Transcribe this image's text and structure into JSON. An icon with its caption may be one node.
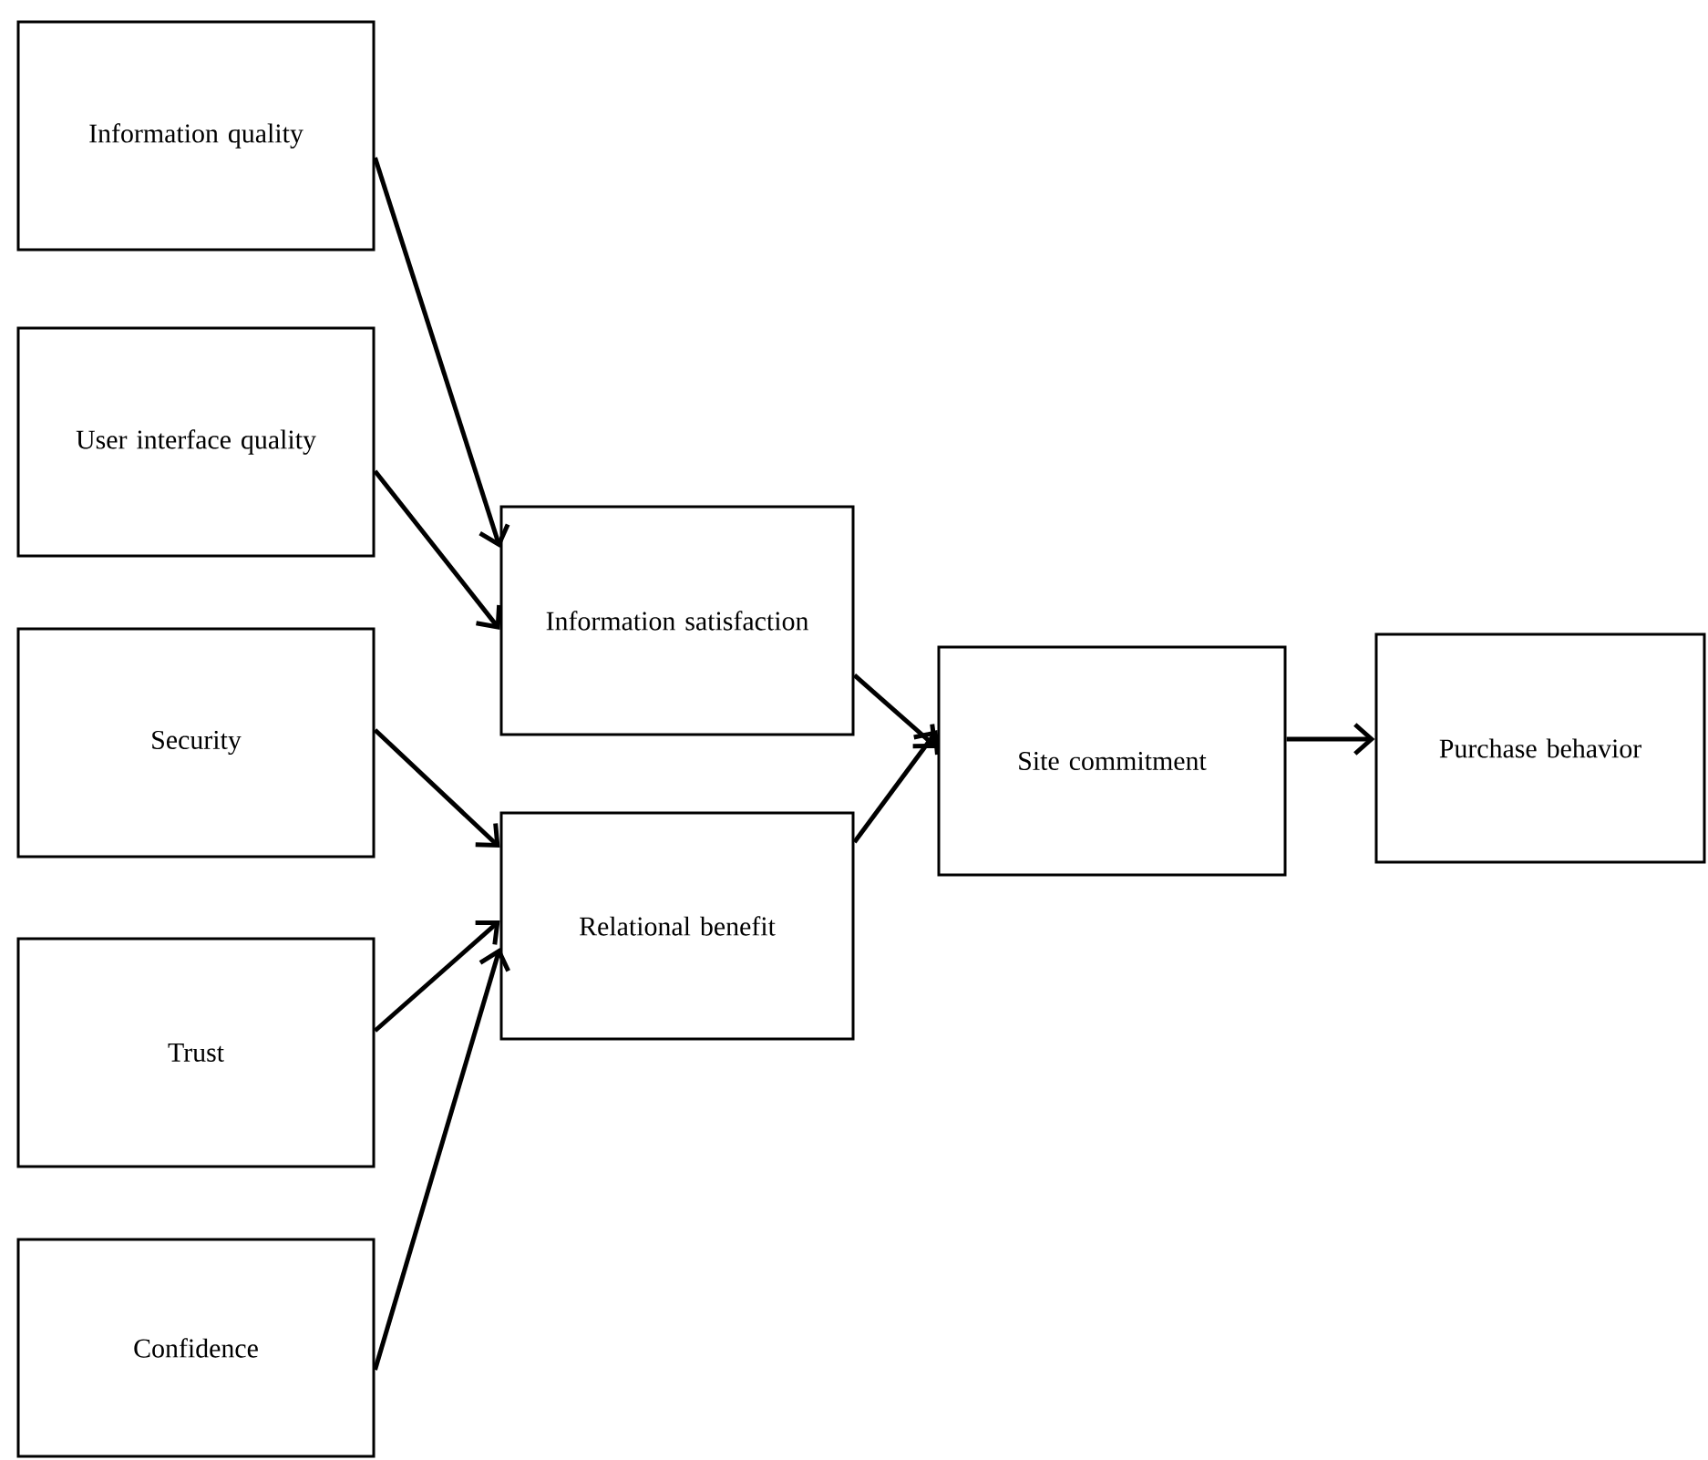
{
  "diagram": {
    "nodes": [
      {
        "text": [
          "Information quality"
        ]
      },
      {
        "text": [
          "User interface quality"
        ]
      },
      {
        "text": [
          "Security"
        ]
      },
      {
        "text": [
          "Trust"
        ]
      },
      {
        "text": [
          "Confidence"
        ]
      },
      {
        "text": [
          "Information satisfaction"
        ]
      },
      {
        "text": [
          "Relational benefit"
        ]
      },
      {
        "text": [
          "Site commitment"
        ]
      },
      {
        "text": [
          "Purchase behavior"
        ]
      }
    ],
    "edges": [
      {
        "from": 0,
        "to": 5,
        "arrow": "to"
      },
      {
        "from": 1,
        "to": 5,
        "arrow": "to"
      },
      {
        "from": 2,
        "to": 6,
        "arrow": "to"
      },
      {
        "from": 3,
        "to": 6,
        "arrow": "to"
      },
      {
        "from": 4,
        "to": 6,
        "arrow": "to"
      },
      {
        "from": 5,
        "to": 7,
        "arrow": "to"
      },
      {
        "from": 6,
        "to": 7,
        "arrow": "to"
      },
      {
        "from": 7,
        "to": 8,
        "arrow": "to"
      }
    ]
  }
}
